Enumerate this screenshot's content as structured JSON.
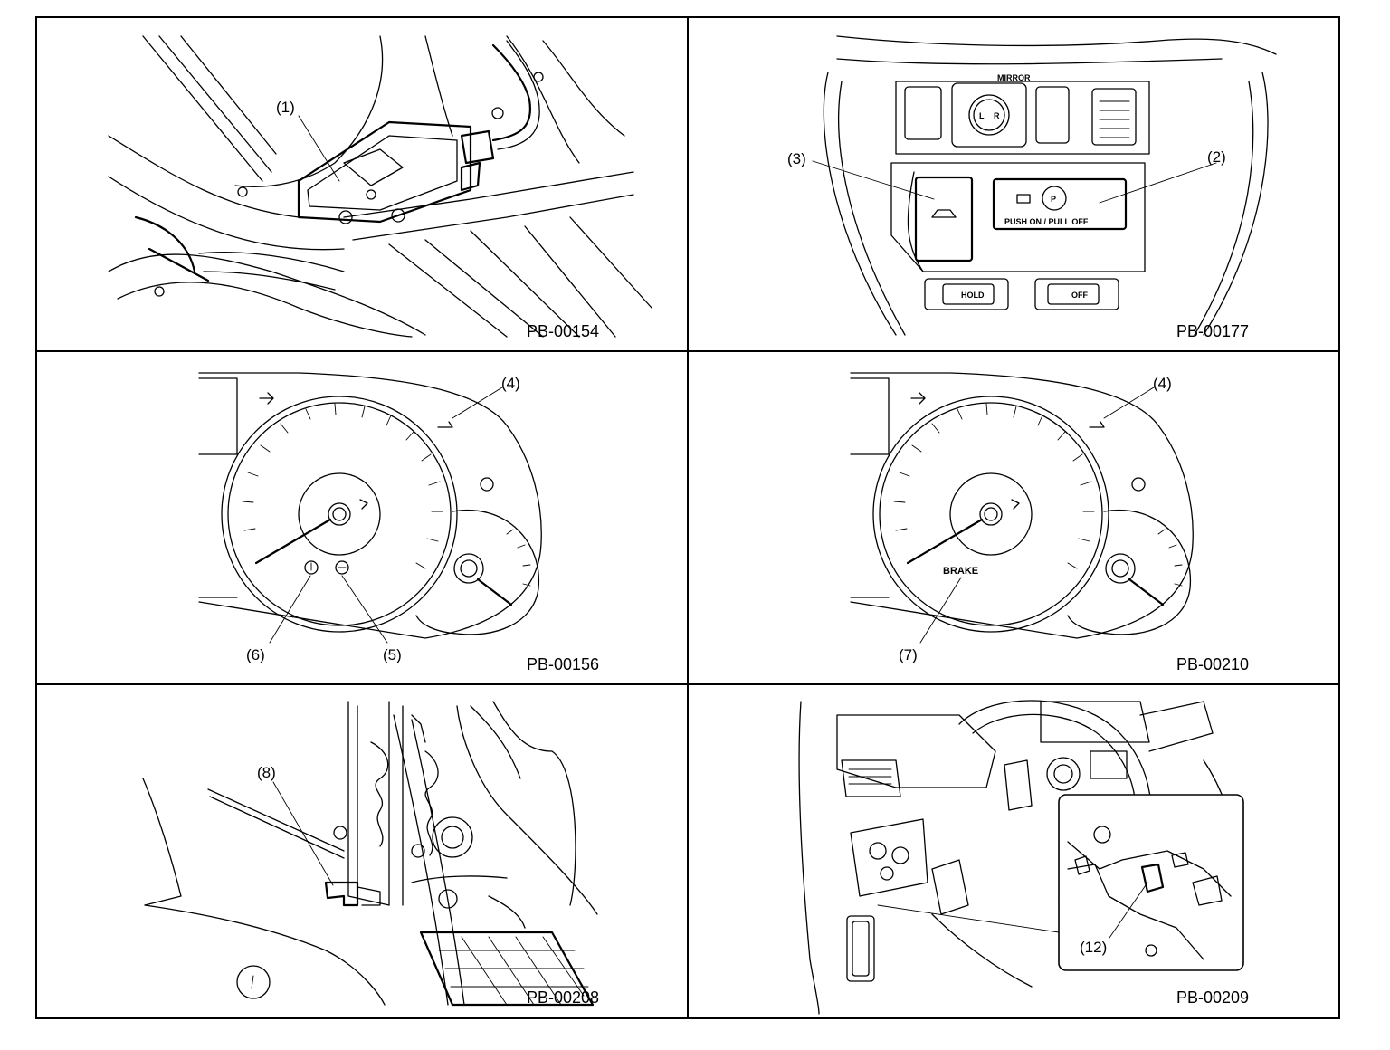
{
  "panels": [
    {
      "code": "PB-00154",
      "callouts": [
        "(1)"
      ]
    },
    {
      "code": "PB-00177",
      "callouts": [
        "(3)",
        "(2)"
      ],
      "switch_text": {
        "mirror": "MIRROR",
        "l": "L",
        "r": "R",
        "push_pull": "PUSH ON / PULL OFF",
        "p": "P",
        "hold": "HOLD",
        "off": "OFF"
      }
    },
    {
      "code": "PB-00156",
      "callouts": [
        "(4)",
        "(6)",
        "(5)"
      ]
    },
    {
      "code": "PB-00210",
      "callouts": [
        "(4)",
        "(7)"
      ],
      "warning_text": "BRAKE"
    },
    {
      "code": "PB-00208",
      "callouts": [
        "(8)"
      ]
    },
    {
      "code": "PB-00209",
      "callouts": [
        "(12)"
      ]
    }
  ]
}
